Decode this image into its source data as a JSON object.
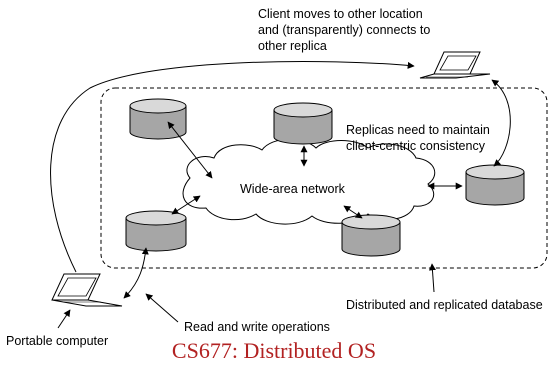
{
  "labels": {
    "client_moves_lines": [
      "Client moves to other location",
      "and (transparently) connects to",
      "other replica"
    ],
    "replicas_lines": [
      "Replicas need to maintain",
      "client-centric consistency"
    ],
    "network": "Wide-area network",
    "distributed_db": "Distributed and replicated database",
    "read_write": "Read and write operations",
    "portable": "Portable computer"
  },
  "footer": {
    "title": "CS677: Distributed OS"
  },
  "colors": {
    "db_fill": "#a6a6a6",
    "footer_text": "#b22222"
  }
}
